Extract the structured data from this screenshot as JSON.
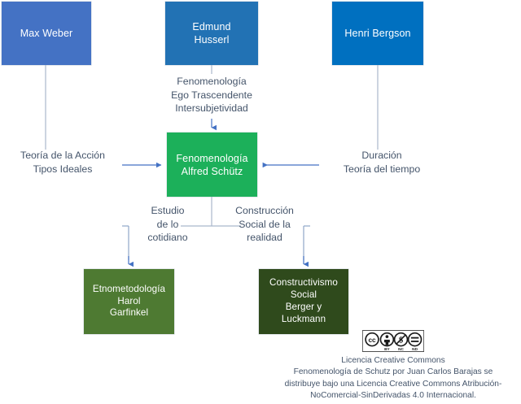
{
  "diagram": {
    "title": "Fenomenología de Schutz",
    "background_color": "#ffffff",
    "label_text_color": "#44546A",
    "connector_color": "#4472C4",
    "nodes": {
      "weber": {
        "lines": [
          "Max Weber"
        ],
        "color": "#4472C4"
      },
      "husserl": {
        "lines": [
          "Edmund",
          "Husserl"
        ],
        "color": "#2272B4"
      },
      "bergson": {
        "lines": [
          "Henri Bergson"
        ],
        "color": "#0070C0"
      },
      "schutz": {
        "lines": [
          "Fenomenología",
          "Alfred Schütz"
        ],
        "color": "#1CB05A"
      },
      "etnometodologia": {
        "lines": [
          "Etnometodología",
          "Harol",
          "Garfinkel"
        ],
        "color": "#4E7A32"
      },
      "constructivismo": {
        "lines": [
          "Constructivismo",
          "Social",
          "Berger y",
          "Luckmann"
        ],
        "color": "#2F4A1C"
      }
    },
    "edge_labels": {
      "husserl_to_schutz": [
        "Fenomenología",
        "Ego Trascendente",
        "Intersubjetividad"
      ],
      "weber_to_schutz": [
        "Teoría de la Acción",
        "Tipos Ideales"
      ],
      "bergson_to_schutz": [
        "Duración",
        "Teoría del tiempo"
      ],
      "schutz_to_etnometodologia": [
        "Estudio",
        "de lo",
        "cotidiano"
      ],
      "schutz_to_constructivismo": [
        "Construcción",
        "Social de la",
        "realidad"
      ]
    }
  },
  "license": {
    "badge_name": "cc-by-nc-nd-badge",
    "badge_codes": [
      "BY",
      "NC",
      "ND"
    ],
    "lines": [
      "Licencia Creative Commons",
      "Fenomenología de Schutz por Juan Carlos Barajas se",
      "distribuye bajo una Licencia Creative Commons Atribución-",
      "NoComercial-SinDerivadas 4.0 Internacional."
    ]
  }
}
